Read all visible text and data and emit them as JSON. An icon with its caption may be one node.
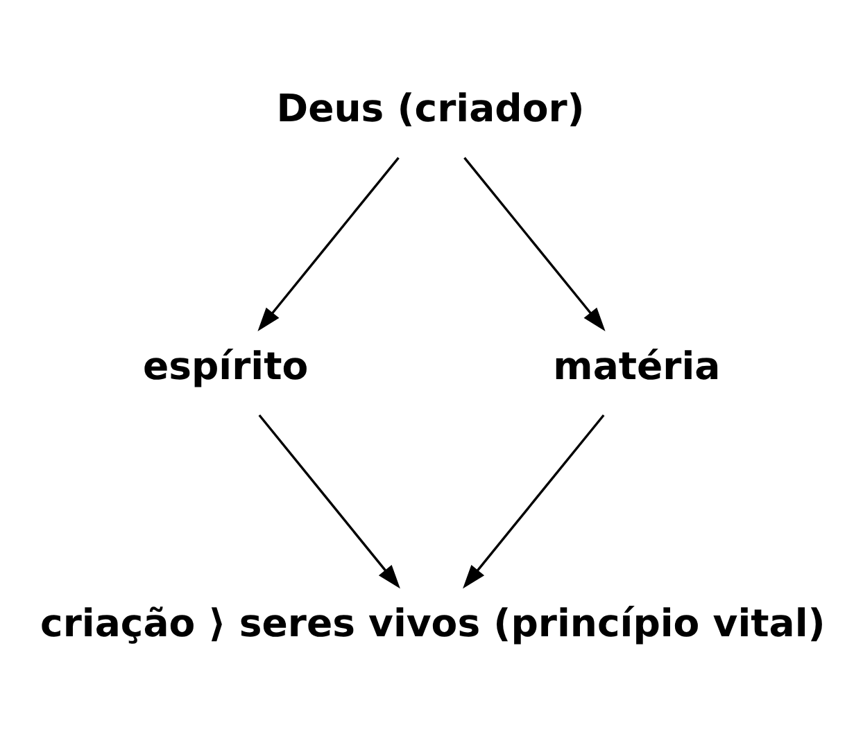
{
  "diagram": {
    "nodes": [
      {
        "text": [
          "Deus (criador)"
        ]
      },
      {
        "text": [
          "espírito"
        ]
      },
      {
        "text": [
          "matéria"
        ]
      },
      {
        "text": [
          "criação ⟩ seres vivos (princípio vital)"
        ]
      }
    ],
    "edges": [
      {
        "from": 0,
        "to": 1,
        "arrow": "to"
      },
      {
        "from": 0,
        "to": 2,
        "arrow": "to"
      },
      {
        "from": 1,
        "to": 3,
        "arrow": "to"
      },
      {
        "from": 2,
        "to": 3,
        "arrow": "to"
      }
    ]
  }
}
